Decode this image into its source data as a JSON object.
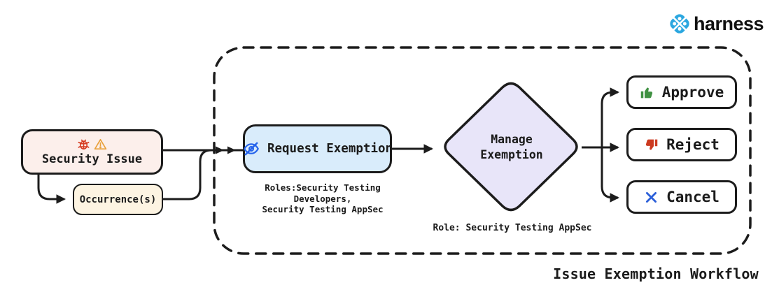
{
  "brand": {
    "name": "harness",
    "logo_icon": "harness-logo-icon",
    "logo_color": "#2ba7e0",
    "text_color": "#111111"
  },
  "diagram_title": "Issue Exemption Workflow",
  "colors": {
    "connector_line": "#1c1c1c",
    "security_issue_bg": "#fcefeb",
    "occurrence_bg": "#fdf4e2",
    "request_exemption_bg": "#d9ecfb",
    "manage_exemption_bg": "#e8e5f9",
    "bug_icon": "#d63c22",
    "warning_icon": "#e9a13b",
    "eye_slash_icon": "#2563eb",
    "approve_icon": "#3f9142",
    "reject_icon": "#cc3a20",
    "cancel_icon": "#2b5fd9"
  },
  "nodes": {
    "security_issue": {
      "label": "Security Issue",
      "icons": [
        "bug-icon",
        "warning-icon"
      ]
    },
    "occurrence": {
      "label": "Occurrence(s)"
    },
    "request_exemption": {
      "label": "Request Exemption",
      "icon": "eye-slash-icon",
      "roles_line1": "Roles:Security Testing Developers,",
      "roles_line2": "Security Testing AppSec"
    },
    "manage_exemption": {
      "label_line1": "Manage",
      "label_line2": "Exemption",
      "role_note": "Role: Security Testing AppSec"
    },
    "approve": {
      "label": "Approve",
      "icon": "thumbs-up-icon"
    },
    "reject": {
      "label": "Reject",
      "icon": "thumbs-down-icon"
    },
    "cancel": {
      "label": "Cancel",
      "icon": "x-icon"
    }
  }
}
